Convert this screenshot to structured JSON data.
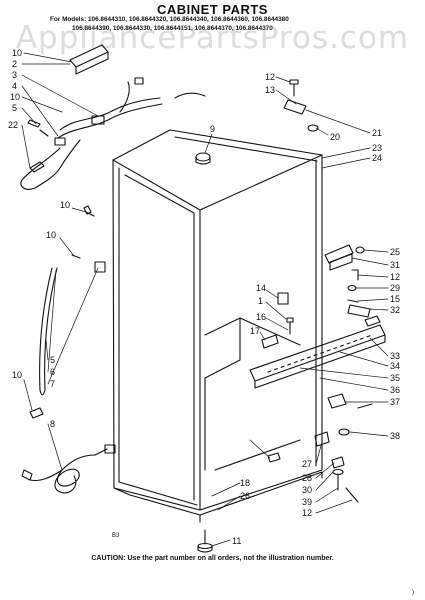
{
  "page": {
    "title": "CABINET PARTS",
    "models_line1": "For Models: 106.8644310, 106.8644320, 106.8644340, 106.8644360, 106.8644380",
    "models_line2": "106.8644390, 106.8644330, 106.8644151, 106.8644370, 106.8644370",
    "watermark": "AppliancePartsPros.com",
    "caution": "CAUTION: Use the part number on all orders, not the illustration number.",
    "code_mark": "B3",
    "corner_mark": ")"
  },
  "callouts": {
    "n10a": "10",
    "n2": "2",
    "n3": "3",
    "n4": "4",
    "n10b": "10",
    "n5a": "5",
    "n22": "22",
    "n10c": "10",
    "n10d": "10",
    "n5b": "5",
    "n6": "6",
    "n7": "7",
    "n8": "8",
    "n12a": "12",
    "n13": "13",
    "n9": "9",
    "n20": "20",
    "n21": "21",
    "n23": "23",
    "n24": "24",
    "n25": "25",
    "n31": "31",
    "n12b": "12",
    "n29": "29",
    "n15": "15",
    "n32": "32",
    "n14": "14",
    "n1": "1",
    "n16": "16",
    "n17": "17",
    "n33": "33",
    "n34": "34",
    "n35": "35",
    "n36": "36",
    "n37": "37",
    "n38": "38",
    "n18": "18",
    "n26": "26",
    "n11": "11",
    "n27": "27",
    "n28": "28",
    "n30": "30",
    "n39": "39",
    "n12c": "12"
  }
}
